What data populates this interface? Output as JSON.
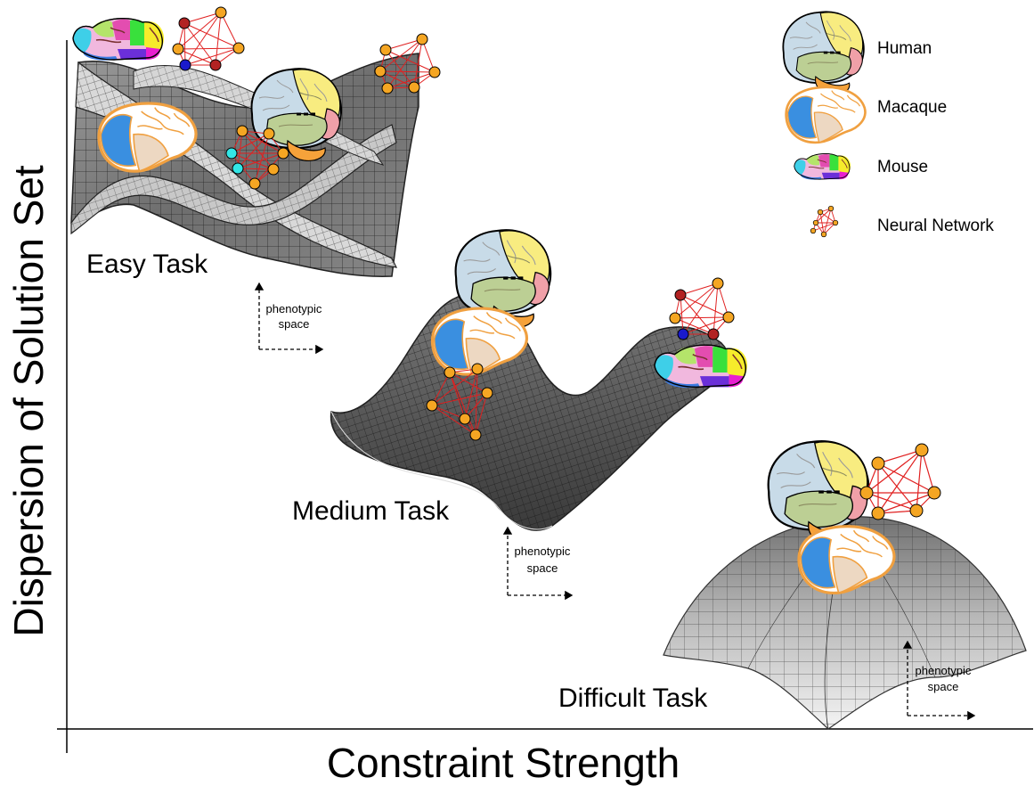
{
  "axes": {
    "x_title": "Constraint Strength",
    "y_title": "Dispersion of Solution Set"
  },
  "tasks": [
    {
      "label": "Easy Task",
      "space_label": [
        "phenotypic",
        "space"
      ]
    },
    {
      "label": "Medium Task",
      "space_label": [
        "phenotypic",
        "space"
      ]
    },
    {
      "label": "Difficult Task",
      "space_label": [
        "phenotypic",
        "space"
      ]
    }
  ],
  "legend": [
    {
      "label": "Human",
      "icon": "human-brain-icon"
    },
    {
      "label": "Macaque",
      "icon": "macaque-brain-icon"
    },
    {
      "label": "Mouse",
      "icon": "mouse-brain-icon"
    },
    {
      "label": "Neural Network",
      "icon": "neural-network-icon"
    }
  ],
  "colors": {
    "network_edge": "#e02020",
    "node_orange": "#f5a623",
    "node_red": "#b22222",
    "node_blue": "#1a1acc",
    "node_cyan": "#33e6e6",
    "macaque_outline": "#f0a040",
    "macaque_blue": "#3a8fe0",
    "surface_dark": "#4a4a4a",
    "surface_light": "#e8e8e8"
  }
}
